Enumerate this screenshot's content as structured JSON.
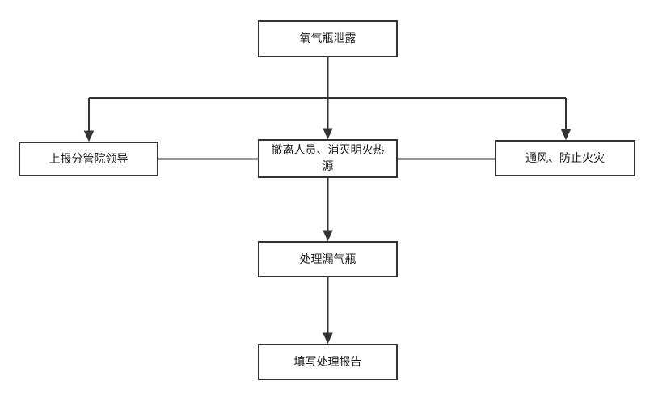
{
  "diagram": {
    "type": "flowchart",
    "nodes": {
      "leak": {
        "label": "氧气瓶泄露"
      },
      "report_leader": {
        "label": "上报分管院领导"
      },
      "evacuate": {
        "label": "撤离人员、消灭明火热源"
      },
      "ventilate": {
        "label": "通风、防止火灾"
      },
      "handle_cylinder": {
        "label": "处理漏气瓶"
      },
      "fill_report": {
        "label": "填写处理报告"
      }
    },
    "edges": [
      {
        "from": "leak",
        "to": "report_leader",
        "arrow": true
      },
      {
        "from": "leak",
        "to": "evacuate",
        "arrow": true
      },
      {
        "from": "leak",
        "to": "ventilate",
        "arrow": true
      },
      {
        "from": "report_leader",
        "to": "evacuate",
        "arrow": false
      },
      {
        "from": "evacuate",
        "to": "ventilate",
        "arrow": false
      },
      {
        "from": "evacuate",
        "to": "handle_cylinder",
        "arrow": true
      },
      {
        "from": "handle_cylinder",
        "to": "fill_report",
        "arrow": true
      }
    ],
    "colors": {
      "line": "#333333",
      "node_border": "#333333",
      "node_fill": "#ffffff",
      "text": "#1a1a1a",
      "canvas": "#ffffff"
    }
  }
}
